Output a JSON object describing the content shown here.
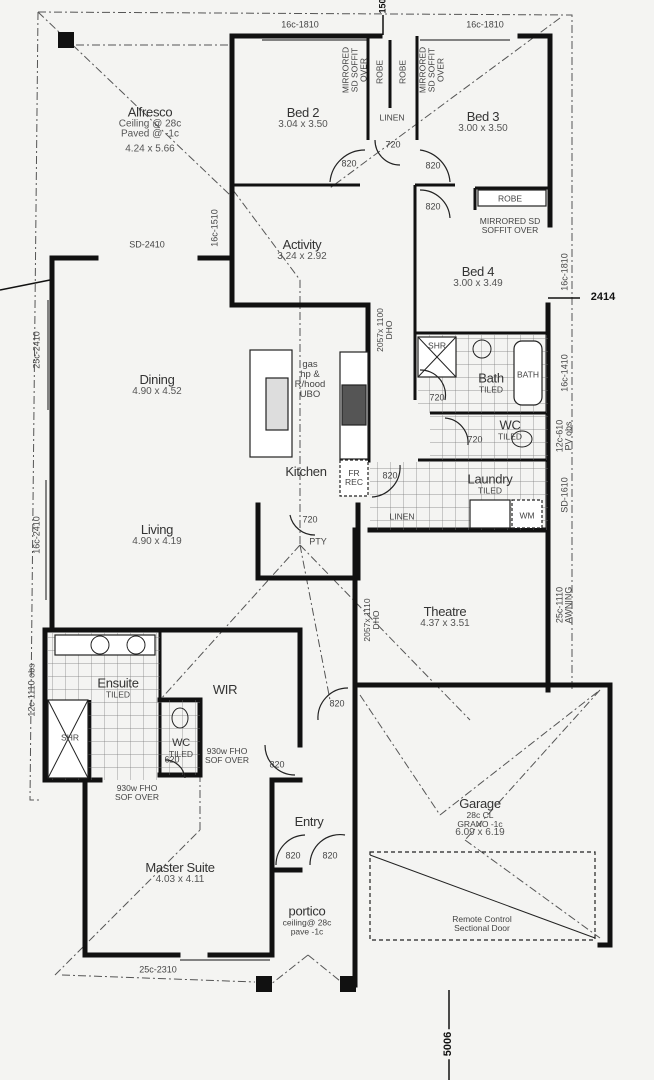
{
  "plan": {
    "type": "residential floor plan",
    "markers": {
      "top_ref": "150",
      "right_ref": "2414",
      "bottom_ref": "5006"
    },
    "rooms": [
      {
        "id": "alfresco",
        "name": "Alfresco",
        "notes": [
          "Ceiling @ 28c",
          "Paved @ -1c"
        ],
        "dims": "4.24 x 5.66"
      },
      {
        "id": "bed2",
        "name": "Bed 2",
        "dims": "3.04 x 3.50"
      },
      {
        "id": "bed3",
        "name": "Bed 3",
        "dims": "3.00 x 3.50"
      },
      {
        "id": "activity",
        "name": "Activity",
        "dims": "3.24 x 2.92"
      },
      {
        "id": "bed4",
        "name": "Bed 4",
        "dims": "3.00 x 3.49"
      },
      {
        "id": "dining",
        "name": "Dining",
        "dims": "4.90 x 4.52"
      },
      {
        "id": "kitchen",
        "name": "Kitchen"
      },
      {
        "id": "bath",
        "name": "Bath",
        "notes": [
          "TILED"
        ]
      },
      {
        "id": "wc",
        "name": "WC",
        "notes": [
          "TILED"
        ]
      },
      {
        "id": "laundry",
        "name": "Laundry",
        "notes": [
          "TILED"
        ]
      },
      {
        "id": "living",
        "name": "Living",
        "dims": "4.90 x 4.19"
      },
      {
        "id": "theatre",
        "name": "Theatre",
        "dims": "4.37 x 3.51"
      },
      {
        "id": "ensuite",
        "name": "Ensuite",
        "notes": [
          "TILED"
        ]
      },
      {
        "id": "wir",
        "name": "WIR"
      },
      {
        "id": "wc2",
        "name": "WC",
        "notes": [
          "TILED"
        ]
      },
      {
        "id": "garage",
        "name": "Garage",
        "notes": [
          "28c CL",
          "GRANO -1c"
        ],
        "dims": "6.09 x 6.19"
      },
      {
        "id": "entry",
        "name": "Entry"
      },
      {
        "id": "master",
        "name": "Master Suite",
        "dims": "4.03 x 4.11"
      },
      {
        "id": "portico",
        "name": "portico",
        "notes": [
          "ceiling@ 28c",
          "pave -1c"
        ]
      }
    ],
    "fixtures": {
      "robe": "ROBE",
      "linen": "LINEN",
      "mirrored_sd": "MIRRORED SD",
      "soffit_over": "SOFFIT OVER",
      "pty": "PTY",
      "fr_rec": [
        "FR",
        "REC"
      ],
      "cooktop_note": [
        "gas",
        "hp &",
        "R/hood",
        "UBO"
      ],
      "shr": "SHR",
      "bath_tub": "BATH",
      "wm": "WM",
      "fho_note_1": [
        "930w FHO",
        "SOF OVER"
      ],
      "fho_note_2": [
        "930w FHO",
        "SOF OVER"
      ],
      "garage_door": [
        "Remote Control",
        "Sectional Door"
      ]
    },
    "doors": {
      "d820": "820",
      "d720": "720",
      "d620": "620"
    },
    "windows": {
      "top_left": "16c-1810",
      "top_right": "16c-1810",
      "alfresco_side": "16c-1510",
      "sd_2410": "SD-2410",
      "left_upper": "25c-2410",
      "left_lower": "16c-2410",
      "left_ensuite": "12c-1110 obs",
      "bottom_master": "25c-2310",
      "right_bed4": "16c-1810",
      "right_bath": "16c-1410",
      "right_wc": [
        "12c-610",
        "PV obs"
      ],
      "right_laundry": "SD-1610",
      "right_theatre": [
        "25c-1110",
        "AWNING"
      ],
      "dho_1": [
        "2057x 1100",
        "DHO"
      ],
      "dho_2": [
        "2057x 1110",
        "DHO"
      ]
    }
  }
}
